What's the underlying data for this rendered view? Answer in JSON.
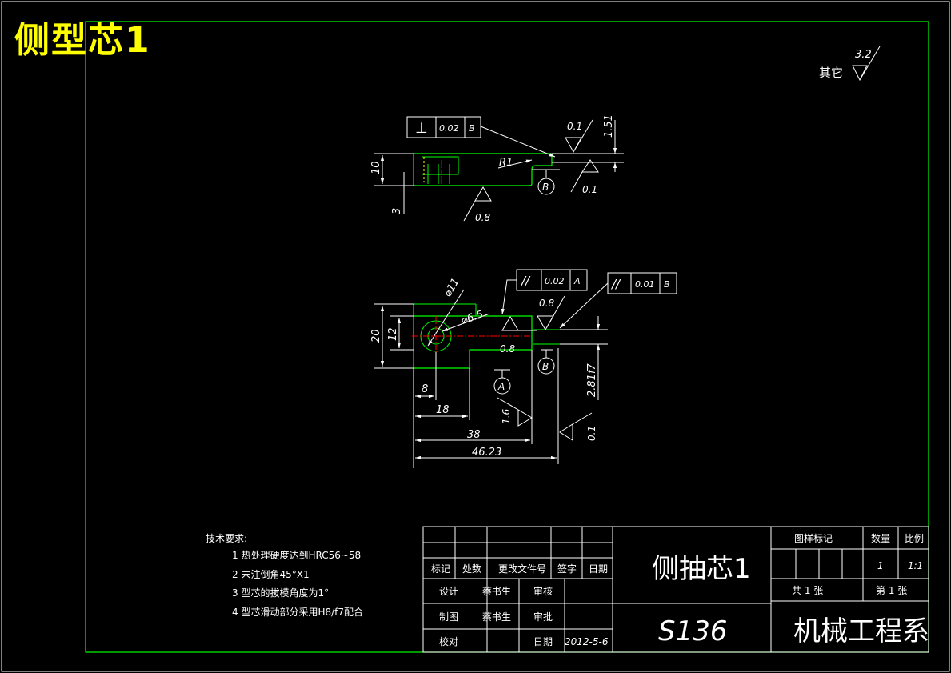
{
  "sheet_title": "侧型芯1",
  "roughness_other": {
    "label": "其它",
    "value": "3.2"
  },
  "top_view": {
    "gdt_perpendicular": {
      "symbol": "⊥",
      "tolerance": "0.02",
      "datum": "B"
    },
    "radius": "R1",
    "dims": {
      "height": "10",
      "offset": "3",
      "thickness": "1.51"
    },
    "roughness": [
      "0.1",
      "0.1",
      "0.8"
    ],
    "datum": "B"
  },
  "front_view": {
    "gdt_parallel_a": {
      "symbol": "//",
      "tolerance": "0.02",
      "datum": "A"
    },
    "gdt_parallel_b": {
      "symbol": "//",
      "tolerance": "0.01",
      "datum": "B"
    },
    "dims": {
      "dia_outer": "⌀11",
      "dia_inner": "⌀6.5",
      "height": "20",
      "inner_height": "12",
      "d8": "8",
      "d18": "18",
      "d38": "38",
      "d46": "46.23",
      "fit": "2.81f7"
    },
    "roughness": [
      "0.8",
      "0.8",
      "1.6",
      "0.1"
    ],
    "datums": [
      "A",
      "B"
    ]
  },
  "tech_requirements": {
    "heading": "技术要求:",
    "items": [
      "1  热处理硬度达到HRC56~58",
      "2 未注倒角45°X1",
      "3 型芯的拔模角度为1°",
      "4 型芯滑动部分采用H8/f7配合"
    ]
  },
  "title_block": {
    "rev_headers": [
      "标记",
      "处数",
      "更改文件号",
      "签字",
      "日期"
    ],
    "rows": [
      {
        "role": "设计",
        "name": "蔡书生",
        "role2": "审核"
      },
      {
        "role": "制图",
        "name": "蔡书生",
        "role2": "审批"
      },
      {
        "role": "校对",
        "name": "",
        "role2": "日期",
        "date": "2012-5-6"
      }
    ],
    "part_name": "侧抽芯1",
    "drawing_no": "S136",
    "org": "机械工程系",
    "stage_label": "图样标记",
    "qty_label": "数量",
    "scale_label": "比例",
    "qty": "1",
    "scale": "1:1",
    "total": "共  1  张",
    "sheet": "第  1  张"
  }
}
